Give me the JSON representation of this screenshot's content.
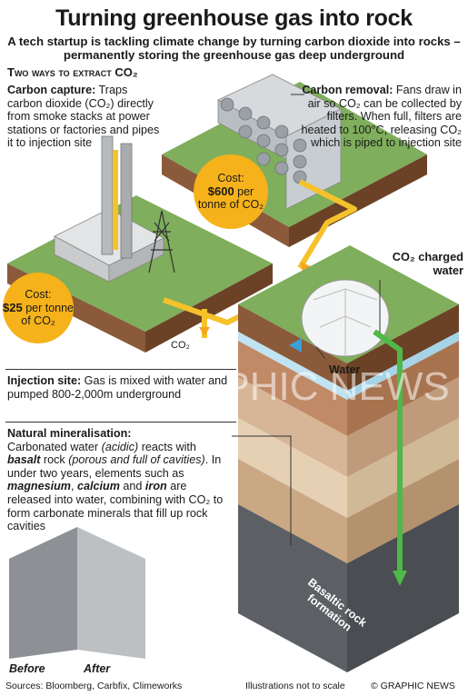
{
  "title": "Turning greenhouse gas into rock",
  "subtitle": "A tech startup is tackling climate change by turning carbon dioxide into rocks – permanently storing the greenhouse gas deep underground",
  "section_heading": "Two ways to extract CO₂",
  "capture": {
    "heading": "Carbon capture:",
    "body": "Traps carbon dioxide (CO₂) directly from smoke stacks at power stations or factories and pipes it to injection site",
    "cost_label": "Cost:",
    "cost_value": "$25",
    "cost_unit": "per tonne of CO₂"
  },
  "removal": {
    "heading": "Carbon removal:",
    "body": "Fans draw in air so CO₂ can be collected by filters. When full, filters are heated to 100°C, releasing CO₂ which is piped to injection site",
    "cost_label": "Cost:",
    "cost_value": "$600",
    "cost_unit": "per tonne of CO₂"
  },
  "labels": {
    "co2_charged_water": "CO₂ charged water",
    "co2": "CO₂",
    "water": "Water",
    "basalt": "Basaltic rock formation",
    "before": "Before",
    "after": "After"
  },
  "injection": {
    "heading": "Injection site:",
    "body": "Gas is mixed with water and pumped 800-2,000m underground"
  },
  "mineralisation": {
    "heading": "Natural mineralisation:",
    "p1": "Carbonated water",
    "p1_italic": "(acidic)",
    "p2": "reacts with",
    "basalt_word": "basalt",
    "p3": "rock",
    "p3_italic": "(porous and full of cavities)",
    "p4": ". In under two years, elements such as",
    "magnesium": "magnesium",
    "calcium": "calcium",
    "and": "and",
    "iron": "iron",
    "p5": "are released into water, combining with CO₂ to form carbonate minerals that fill up rock cavities"
  },
  "footer": {
    "sources": "Sources: Bloomberg, Carbfix, Climeworks",
    "note": "Illustrations not to scale",
    "credit": "© GRAPHIC NEWS"
  },
  "colors": {
    "cost_circle": "#f6b21a",
    "grass": "#7fae5c",
    "pipe_yellow": "#f5c22a",
    "pipe_green": "#4fb848",
    "water_blue": "#bfe3f2"
  }
}
